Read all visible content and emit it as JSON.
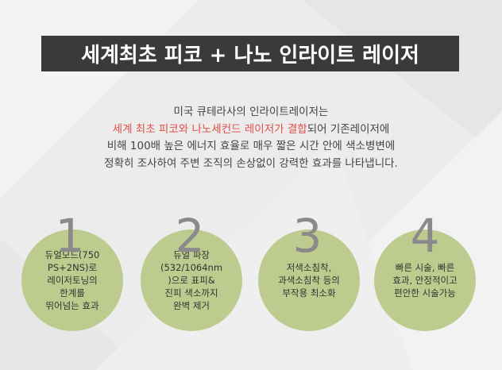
{
  "title": "세계최초 피코 + 나노 인라이트 레이저",
  "description": {
    "line1": "미국 큐테라사의 인라이트레이저는",
    "line2_highlight": "세계 최초 피코와 나노세컨드 레이저가 결합",
    "line2_rest": "되어 기존레이저에",
    "line3": "비해 100배 높은 에너지 효율로 매우 짧은 시간 안에 색소병변에",
    "line4": "정확히 조사하여 주변 조직의 손상없이 강력한 효과를 나타냅니다."
  },
  "features": [
    {
      "number": "1",
      "text": "듀얼모드(750\nPS+2NS)로\n레이저토닝의\n한계를\n뛰어넘는 효과"
    },
    {
      "number": "2",
      "text": "듀얼 파장\n(532/1064nm\n)으로 표피&\n진피 색소까지\n완벽 제거"
    },
    {
      "number": "3",
      "text": "저색소침착,\n과색소침착 등의\n부작용 최소화"
    },
    {
      "number": "4",
      "text": "빠른 시술, 빠른\n효과, 안정적이고\n편안한 시술가능"
    }
  ],
  "colors": {
    "title_bg": "#3a3a3a",
    "highlight": "#e0504a",
    "circle": "#bdcc8e",
    "number": "#8a8a8a"
  }
}
